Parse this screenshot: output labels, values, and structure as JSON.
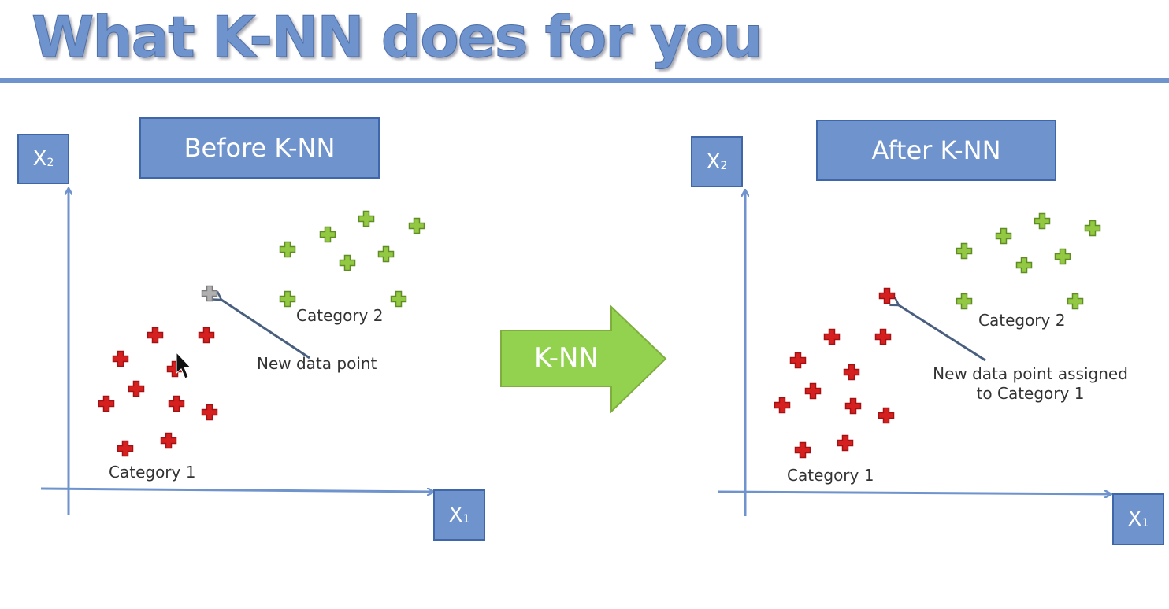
{
  "title": "What K-NN does for you",
  "arrow_label": "K-NN",
  "colors": {
    "accent": "#6f93cc",
    "accent_border": "#3f66a8",
    "category1": "#d61f1f",
    "category2": "#93c843",
    "new_point_before": "#b0b0b0",
    "arrow_fill": "#93d24f"
  },
  "panels": [
    {
      "header": "Before K-NN",
      "y_axis": {
        "main": "X",
        "sub": "2"
      },
      "x_axis": {
        "main": "X",
        "sub": "1"
      },
      "category1_label": "Category 1",
      "category2_label": "Category 2",
      "annotation": "New data point",
      "new_point_category": ""
    },
    {
      "header": "After K-NN",
      "y_axis": {
        "main": "X",
        "sub": "2"
      },
      "x_axis": {
        "main": "X",
        "sub": "1"
      },
      "category1_label": "Category 1",
      "category2_label": "Category 2",
      "annotation_line1": "New data point assigned",
      "annotation_line2": "to Category 1",
      "new_point_category": "Category 1"
    }
  ]
}
